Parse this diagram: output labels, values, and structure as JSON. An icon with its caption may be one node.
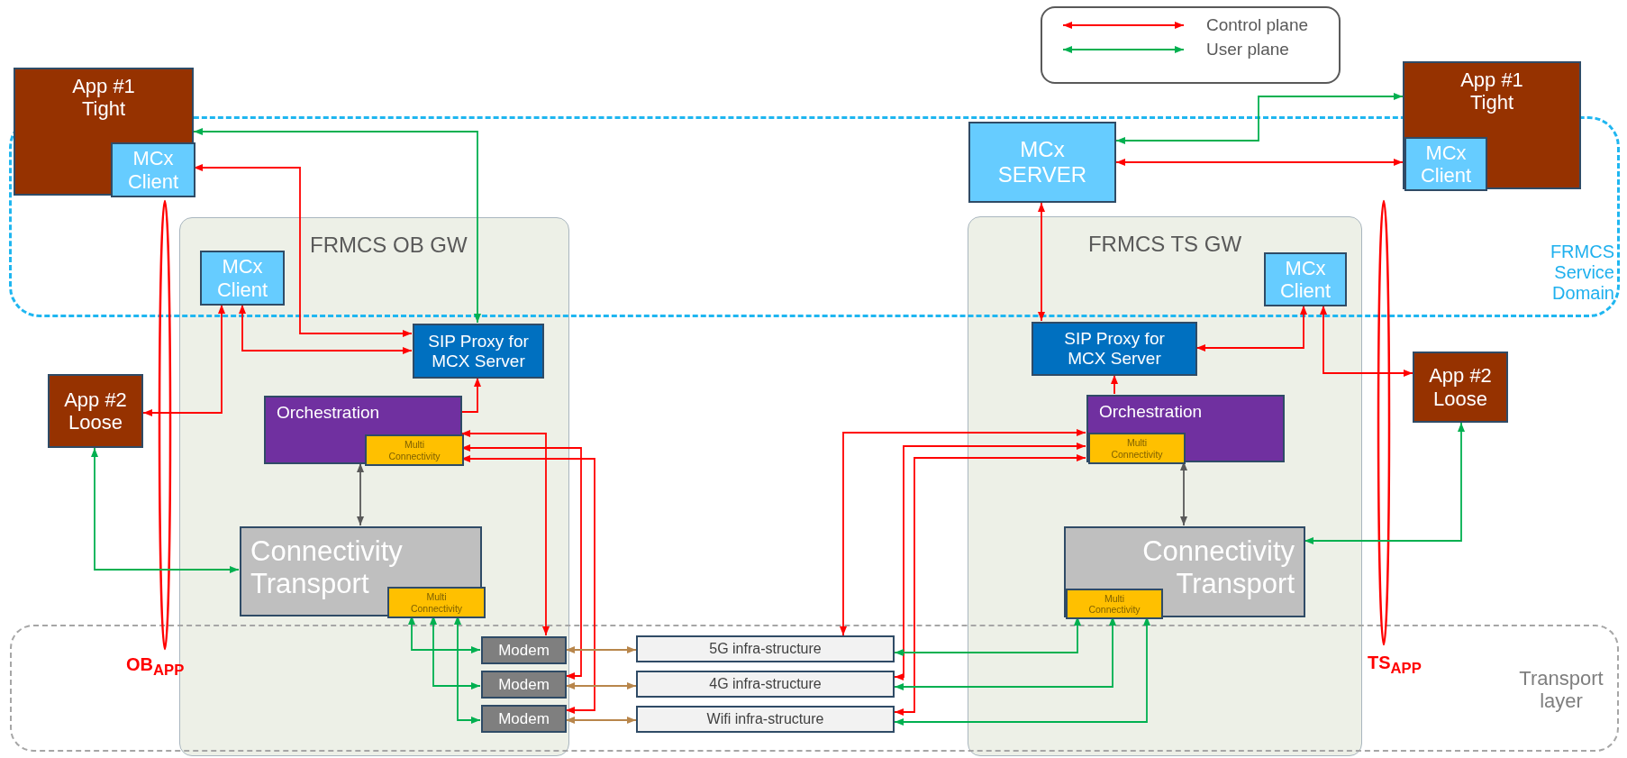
{
  "diagram": {
    "nodes": [
      {
        "text": [
          "App #1 Tight"
        ]
      },
      {
        "text": [
          "MCx Client"
        ],
        "in": 0
      },
      {
        "text": [
          "FRMCS OB GW"
        ]
      },
      {
        "text": [
          "MCx Client"
        ],
        "in": 2
      },
      {
        "text": [
          "SIP Proxy for MCX Server"
        ],
        "in": 2
      },
      {
        "text": [
          "App #2 Loose"
        ]
      },
      {
        "text": [
          "Orchestration"
        ],
        "in": 2
      },
      {
        "text": [
          "Multi Connectivity"
        ],
        "in": 6
      },
      {
        "text": [
          "Connectivity Transport"
        ],
        "in": 2
      },
      {
        "text": [
          "Multi Connectivity"
        ],
        "in": 8
      },
      {
        "text": [
          "Modem"
        ],
        "in": 2
      },
      {
        "text": [
          "Modem"
        ],
        "in": 2
      },
      {
        "text": [
          "Modem"
        ],
        "in": 2
      },
      {
        "text": [
          "5G infra-structure"
        ]
      },
      {
        "text": [
          "4G infra-structure"
        ]
      },
      {
        "text": [
          "Wifi infra-structure"
        ]
      },
      {
        "text": [
          "MCx SERVER"
        ]
      },
      {
        "text": [
          "App #1 Tight"
        ]
      },
      {
        "text": [
          "MCx Client"
        ],
        "in": 17
      },
      {
        "text": [
          "FRMCS TS GW"
        ]
      },
      {
        "text": [
          "MCx Client"
        ],
        "in": 19
      },
      {
        "text": [
          "SIP Proxy for MCX Server"
        ],
        "in": 19
      },
      {
        "text": [
          "App #2 Loose"
        ]
      },
      {
        "text": [
          "Orchestration"
        ],
        "in": 19
      },
      {
        "text": [
          "Multi Connectivity"
        ],
        "in": 23
      },
      {
        "text": [
          "Connectivity Transport"
        ],
        "in": 19
      },
      {
        "text": [
          "Multi Connectivity"
        ],
        "in": 25
      },
      {
        "text": [],
        "shape": "ellipse",
        "beside": [
          "OB$_{APP}$"
        ]
      },
      {
        "text": [],
        "shape": "ellipse",
        "beside": [
          "TS$_{APP}$"
        ]
      }
    ],
    "edges": [
      {
        "from": 1,
        "to": 4,
        "arrow": "both"
      },
      {
        "from": 0,
        "to": 4,
        "arrow": "both",
        "color": "#00b050"
      },
      {
        "from": 3,
        "to": 4,
        "arrow": "both"
      },
      {
        "from": 3,
        "to": 5,
        "arrow": "both"
      },
      {
        "from": 6,
        "to": 4,
        "arrow": "to"
      },
      {
        "from": 7,
        "to": 10,
        "arrow": "both"
      },
      {
        "from": 7,
        "to": 11,
        "arrow": "both"
      },
      {
        "from": 7,
        "to": 12,
        "arrow": "both"
      },
      {
        "from": 6,
        "to": 8,
        "arrow": "both",
        "color": "#595959"
      },
      {
        "from": 5,
        "to": 8,
        "arrow": "both",
        "color": "#00b050"
      },
      {
        "from": 9,
        "to": 10,
        "arrow": "both",
        "color": "#00b050"
      },
      {
        "from": 9,
        "to": 11,
        "arrow": "both",
        "color": "#00b050"
      },
      {
        "from": 9,
        "to": 12,
        "arrow": "both",
        "color": "#00b050"
      },
      {
        "from": 10,
        "to": 13,
        "arrow": "both",
        "color": "#b8864b"
      },
      {
        "from": 11,
        "to": 14,
        "arrow": "both",
        "color": "#b8864b"
      },
      {
        "from": 12,
        "to": 15,
        "arrow": "both",
        "color": "#b8864b"
      },
      {
        "from": 16,
        "to": 17,
        "arrow": "both",
        "color": "#00b050"
      },
      {
        "from": 16,
        "to": 18,
        "arrow": "both"
      },
      {
        "from": 16,
        "to": 21,
        "arrow": "both"
      },
      {
        "from": 20,
        "to": 21,
        "arrow": "both"
      },
      {
        "from": 20,
        "to": 22,
        "arrow": "both"
      },
      {
        "from": 23,
        "to": 21,
        "arrow": "to"
      },
      {
        "from": 24,
        "to": 13,
        "arrow": "both"
      },
      {
        "from": 24,
        "to": 14,
        "arrow": "both"
      },
      {
        "from": 24,
        "to": 15,
        "arrow": "both"
      },
      {
        "from": 23,
        "to": 25,
        "arrow": "both",
        "color": "#595959"
      },
      {
        "from": 22,
        "to": 25,
        "arrow": "both",
        "color": "#00b050"
      },
      {
        "from": 26,
        "to": 13,
        "arrow": "both",
        "color": "#00b050"
      },
      {
        "from": 26,
        "to": 14,
        "arrow": "both",
        "color": "#00b050"
      },
      {
        "from": 26,
        "to": 15,
        "arrow": "both",
        "color": "#00b050"
      }
    ],
    "labels": [
      "FRMCS Service Domain",
      "Transport layer"
    ],
    "legend": [
      {
        "text": "Control plane"
      },
      {
        "text": "User plane"
      }
    ]
  }
}
